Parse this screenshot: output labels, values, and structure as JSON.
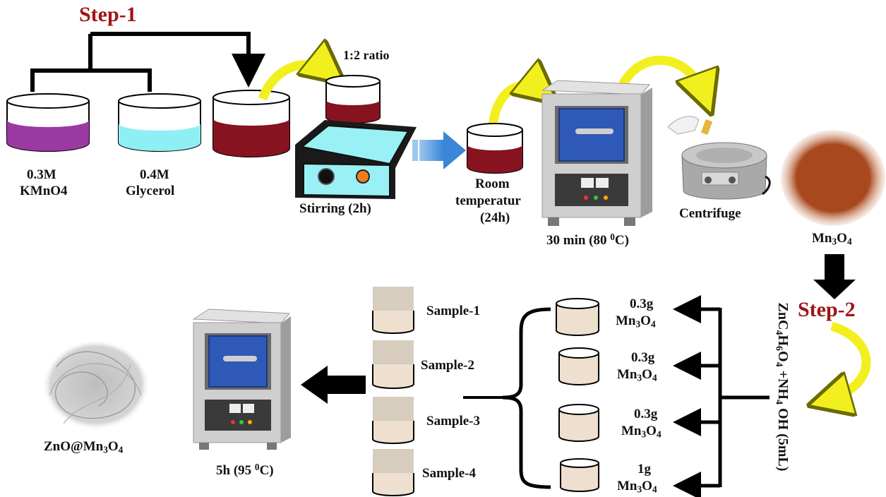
{
  "step1": "Step-1",
  "step2": "Step-2",
  "beakers": {
    "kmno4_conc": "0.3M",
    "kmno4_name": "KMnO4",
    "glycerol_conc": "0.4M",
    "glycerol_name": "Glycerol"
  },
  "ratio": "1:2 ratio",
  "stirring": "Stirring (2h)",
  "room_temp": [
    "Room",
    "temperatur",
    "(24h)"
  ],
  "furnace1": {
    "pre": "30 min (80 ",
    "sup": "0",
    "post": "C)"
  },
  "centrifuge": "Centrifuge",
  "mn3o4": "Mn3O4",
  "reagent": "ZnC4H6O4 +NH4 OH (5mL)",
  "samples": [
    {
      "label": "Sample-1",
      "mass": "0.3g",
      "compound": "Mn3O4"
    },
    {
      "label": "Sample-2",
      "mass": "0.3g",
      "compound": "Mn3O4"
    },
    {
      "label": "Sample-3",
      "mass": "0.3g",
      "compound": "Mn3O4"
    },
    {
      "label": "Sample-4",
      "mass": "1g",
      "compound": "Mn3O4"
    }
  ],
  "furnace2": {
    "pre": "5h (95 ",
    "sup": "0",
    "post": "C)"
  },
  "product": "ZnO@Mn3O4",
  "colors": {
    "step": "#a01515",
    "kmno4": "#9b3aa3",
    "glycerol": "#8ef0f5",
    "mixture": "#86131f",
    "furnace_door": "#2e59b8",
    "flow_arrow": "#f2ef1e",
    "powder": "#a8481f"
  }
}
